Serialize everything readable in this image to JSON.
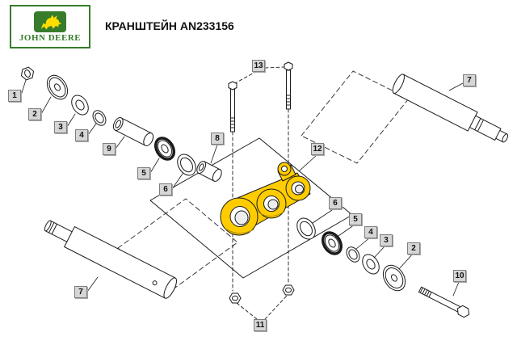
{
  "header": {
    "brand": "JOHN DEERE",
    "title": "КРАНШТЕЙН AN233156"
  },
  "diagram": {
    "highlight_color": "#FFCC00",
    "callouts": [
      {
        "label": "1"
      },
      {
        "label": "2"
      },
      {
        "label": "3"
      },
      {
        "label": "4"
      },
      {
        "label": "9"
      },
      {
        "label": "5"
      },
      {
        "label": "6"
      },
      {
        "label": "8"
      },
      {
        "label": "13"
      },
      {
        "label": "7"
      },
      {
        "label": "12"
      },
      {
        "label": "6"
      },
      {
        "label": "5"
      },
      {
        "label": "4"
      },
      {
        "label": "3"
      },
      {
        "label": "2"
      },
      {
        "label": "10"
      },
      {
        "label": "7"
      },
      {
        "label": "11"
      }
    ]
  }
}
